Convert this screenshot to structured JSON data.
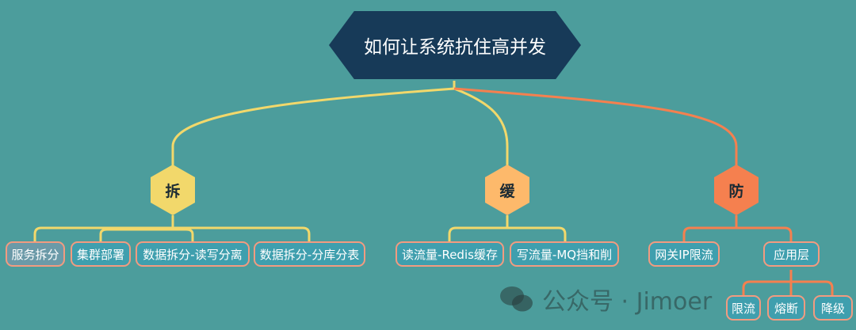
{
  "root": {
    "label": "如何让系统抗住高并发"
  },
  "branches": [
    {
      "label": "拆",
      "color": "#f2d86b",
      "children": [
        "服务拆分",
        "集群部署",
        "数据拆分-读写分离",
        "数据拆分-分库分表"
      ]
    },
    {
      "label": "缓",
      "color": "#fdb96b",
      "children": [
        "读流量-Redis缓存",
        "写流量-MQ挡和削"
      ]
    },
    {
      "label": "防",
      "color": "#f5804f",
      "children": [
        "网关IP限流",
        "应用层"
      ],
      "sub": [
        "限流",
        "熔断",
        "降级"
      ]
    }
  ],
  "watermark": {
    "text": "公众号 · Jimoer",
    "icon": "wechat-icon"
  }
}
